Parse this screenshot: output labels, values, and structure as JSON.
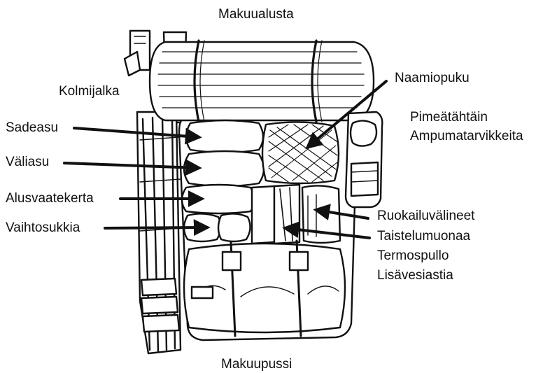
{
  "labels": {
    "makuualusta": "Makuualusta",
    "kolmijalka": "Kolmijalka",
    "naamiopuku": "Naamiopuku",
    "pimeatahtain": "Pimeätähtäin",
    "ampumatarvikkeita": "Ampumatarvikkeita",
    "sadeasu": "Sadeasu",
    "valiasu": "Väliasu",
    "alusvaatekerta": "Alusvaatekerta",
    "vaihtosukkia": "Vaihtosukkia",
    "ruokailuvalineet": "Ruokailuvälineet",
    "taistelumuonaa": "Taistelumuonaa",
    "termospullo": "Termospullo",
    "lisavesiastia": "Lisävesiastia",
    "makuupussi": "Makuupussi"
  },
  "colors": {
    "ink": "#111111",
    "background": "#ffffff"
  }
}
